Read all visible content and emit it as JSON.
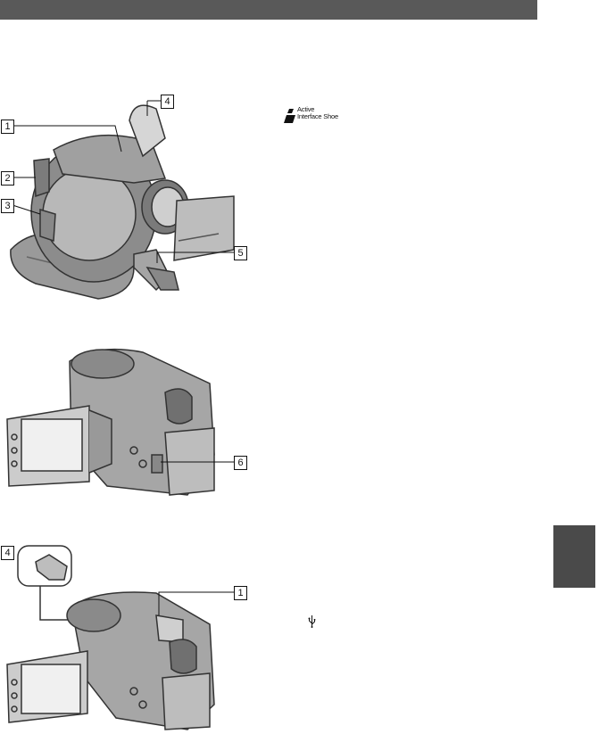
{
  "callouts": {
    "c1_top": "1",
    "c2": "2",
    "c3": "3",
    "c4_top": "4",
    "c5": "5",
    "c6": "6",
    "c4_bottom": "4",
    "c1_bottom": "1"
  },
  "logo": {
    "line1": "Active",
    "line2": "Interface Shoe"
  },
  "icons": {
    "usb": "usb-icon",
    "active_interface_shoe": "active-interface-shoe-icon"
  }
}
